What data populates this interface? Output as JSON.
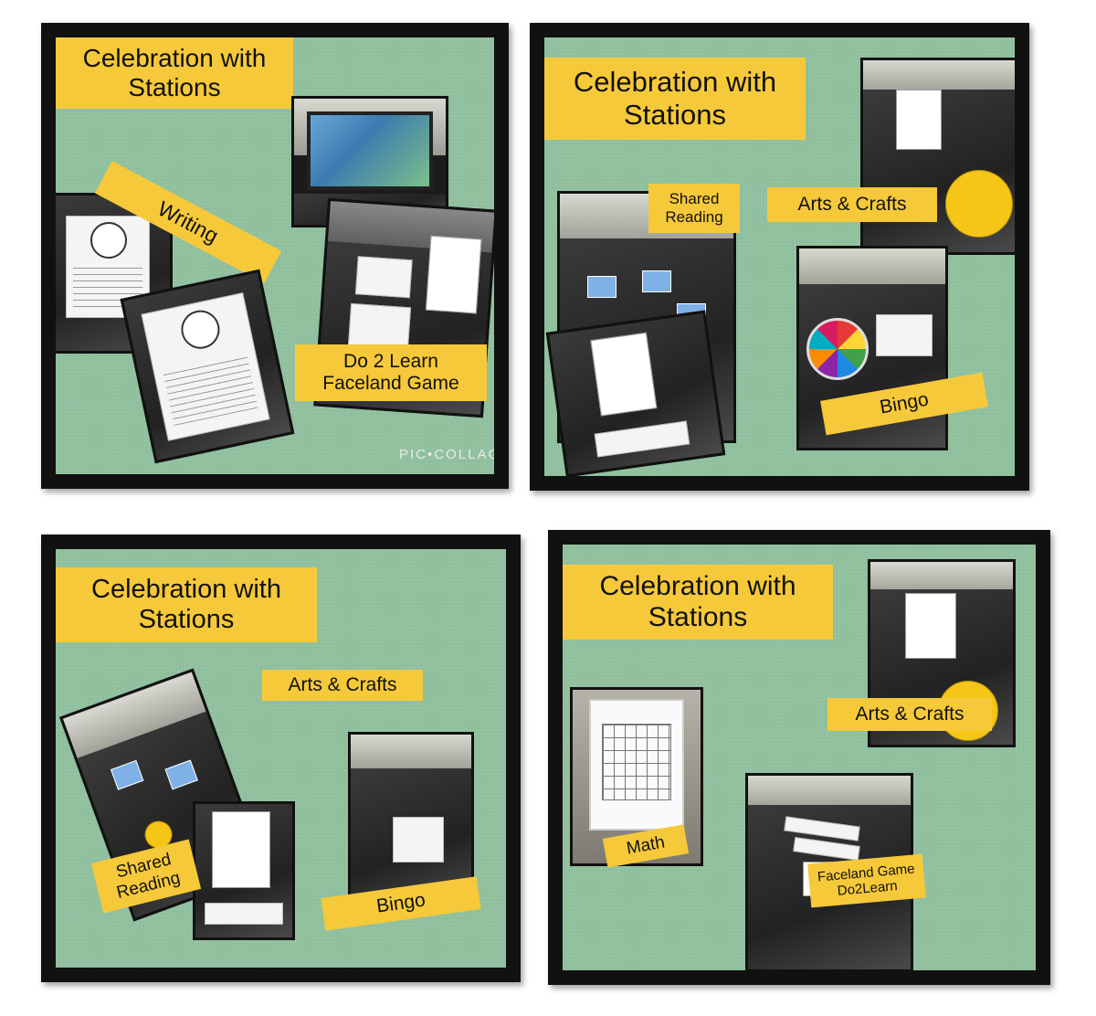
{
  "panels": [
    {
      "title": "Celebration with\nStations",
      "labels": [
        "Writing",
        "Do 2 Learn\nFaceland Game"
      ],
      "watermark": "PIC•COLLAGE"
    },
    {
      "title": "Celebration with\nStations",
      "labels": [
        "Shared\nReading",
        "Arts & Crafts",
        "Bingo"
      ]
    },
    {
      "title": "Celebration with\nStations",
      "labels": [
        "Arts & Crafts",
        "Shared\nReading",
        "Bingo"
      ]
    },
    {
      "title": "Celebration with\nStations",
      "labels": [
        "Arts & Crafts",
        "Math",
        "Faceland Game\nDo2Learn"
      ]
    }
  ],
  "colors": {
    "board": "#8fbf9d",
    "label": "#f6c93a",
    "frame": "#111111"
  }
}
